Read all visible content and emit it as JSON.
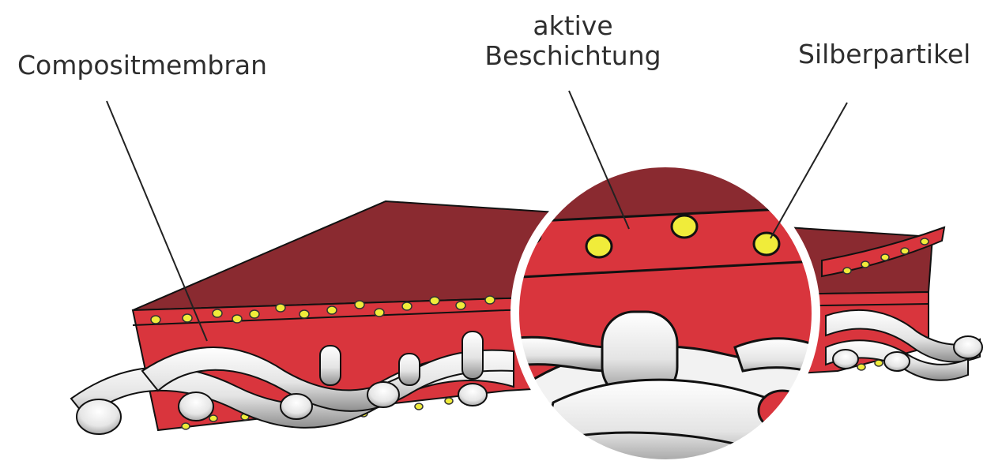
{
  "labels": {
    "composite_membrane": "Compositmembran",
    "active_coating_line1": "aktive",
    "active_coating_line2": "Beschichtung",
    "silver_particles": "Silberpartikel"
  },
  "colors": {
    "membrane_top": "#8a2a30",
    "membrane_side": "#d9353d",
    "membrane_outline": "#111111",
    "silver_particle": "#f0ec3a",
    "fiber": "#f2f2f2",
    "fiber_shadow": "#9a9a9a",
    "leader_line": "#222222"
  }
}
